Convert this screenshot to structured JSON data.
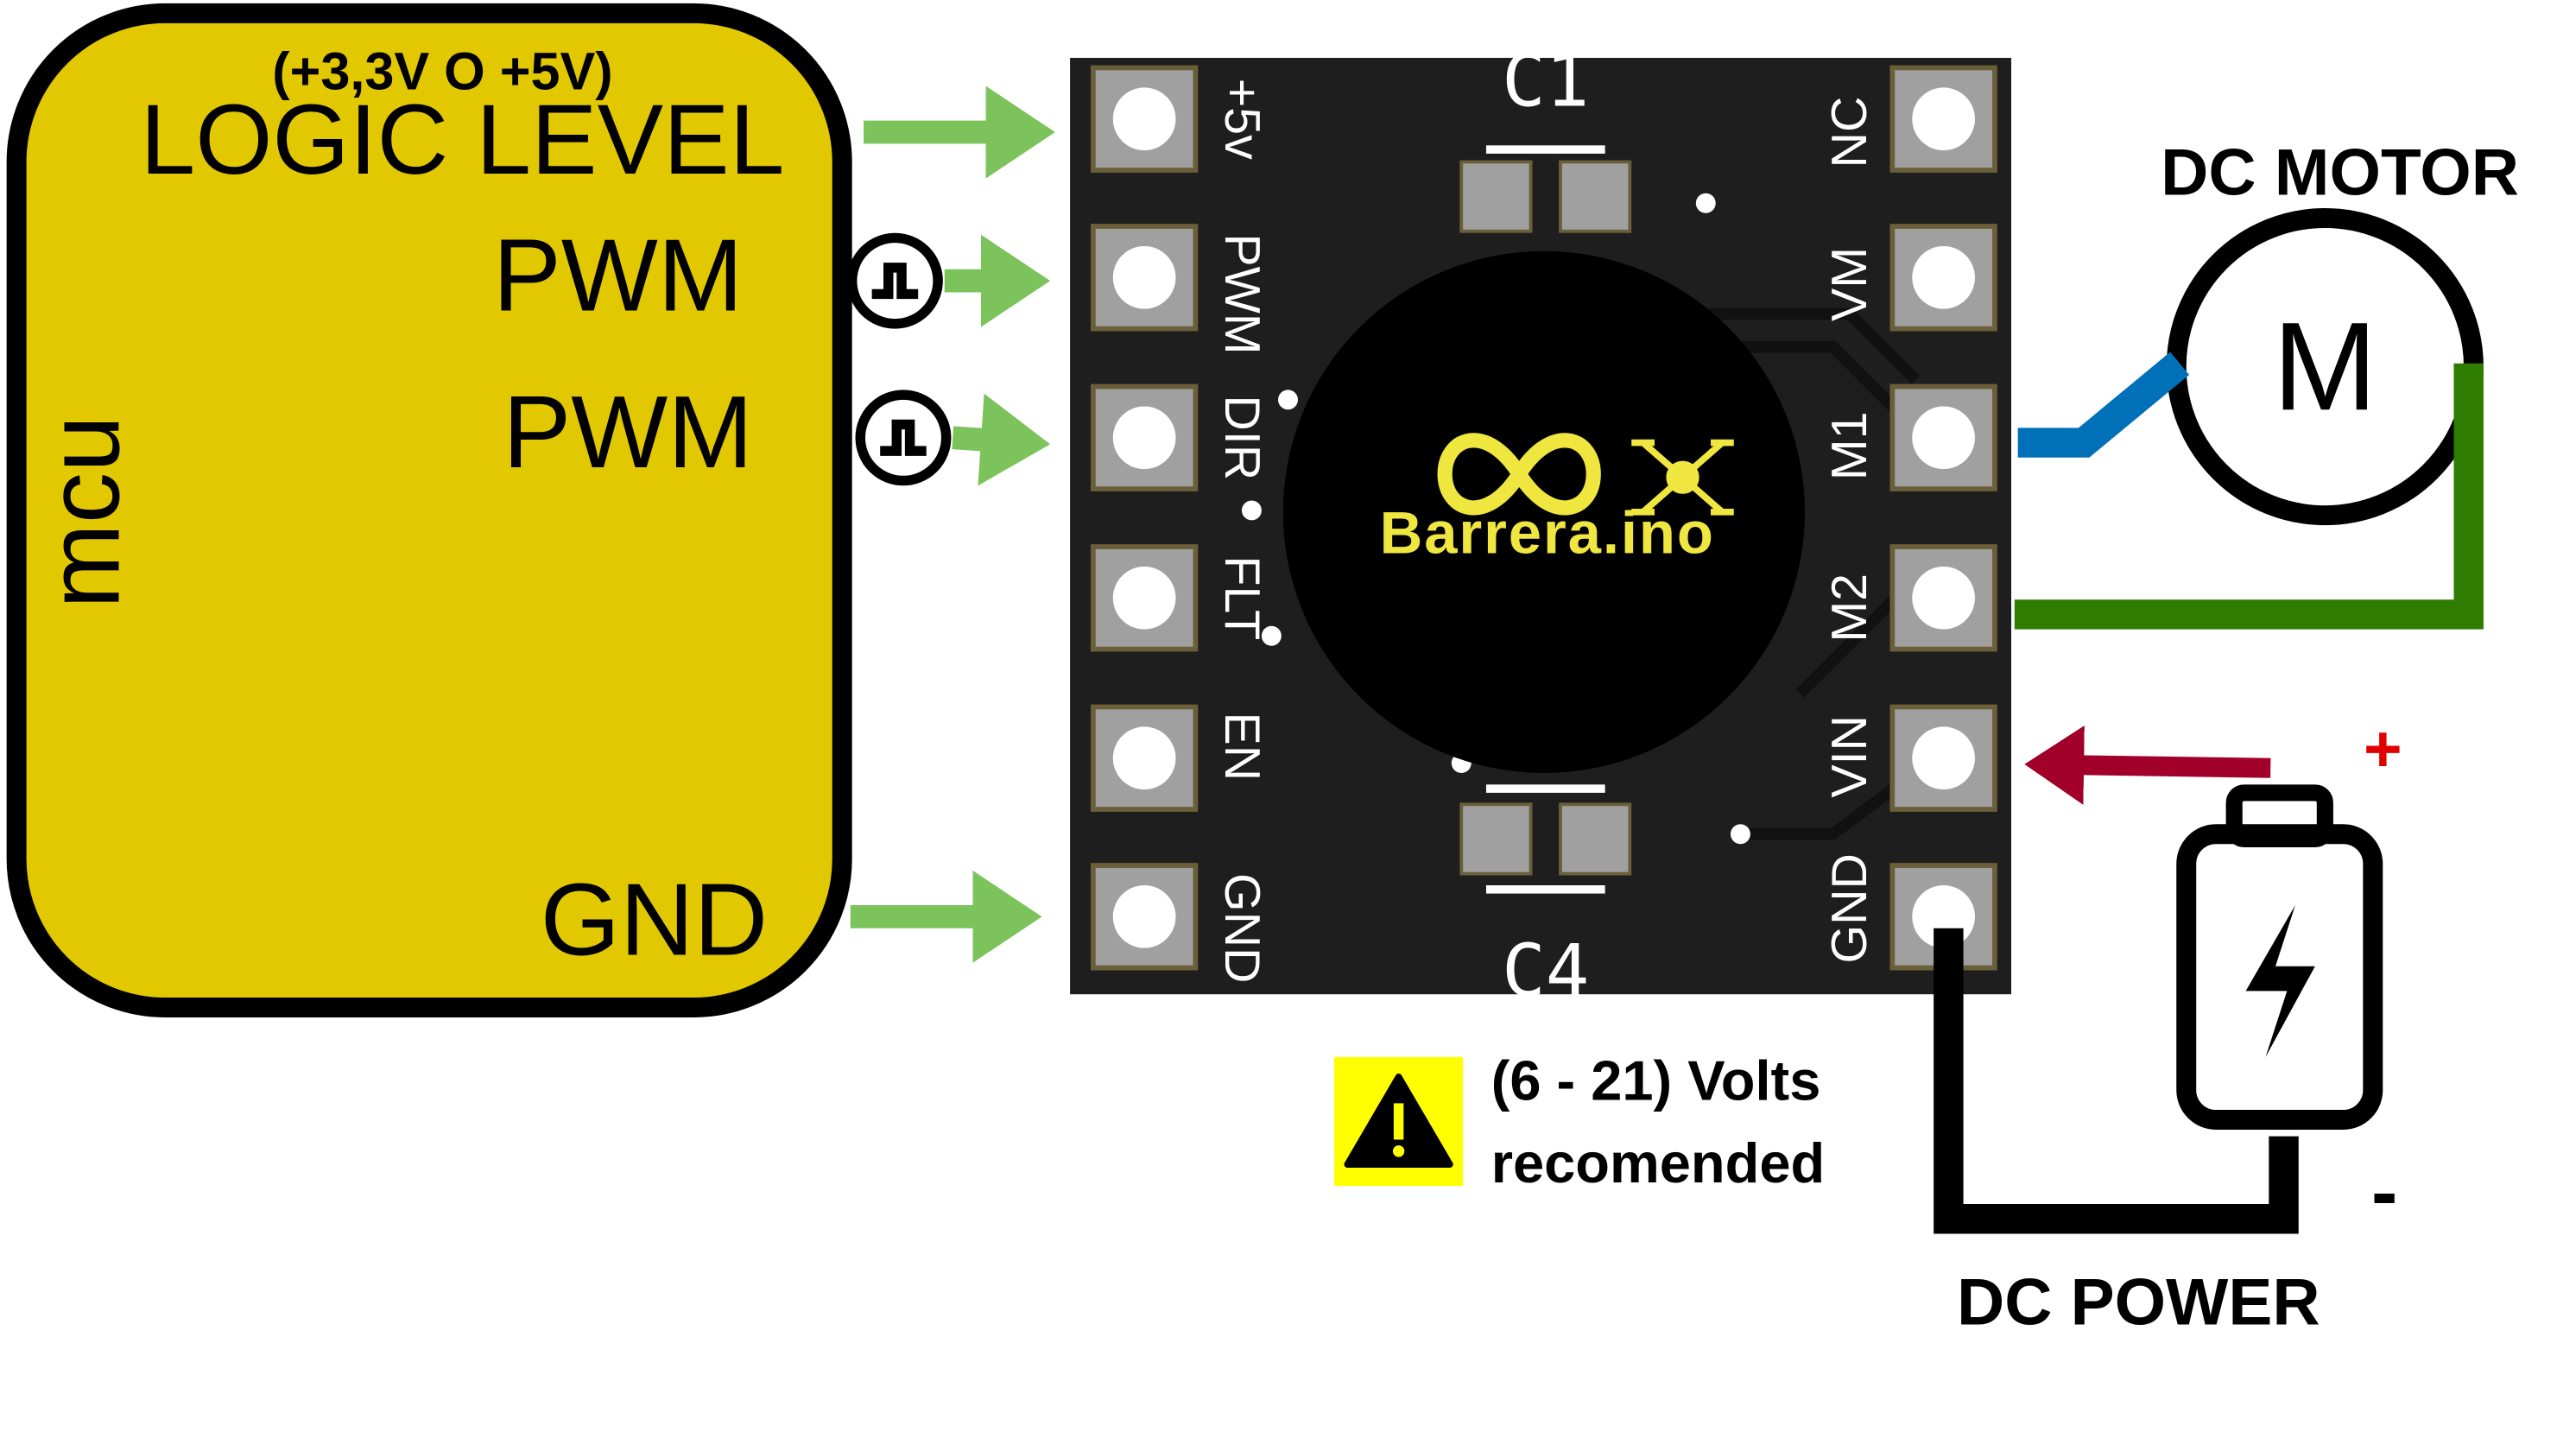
{
  "mcu": {
    "label": "mcu",
    "logic_note": "(+3,3V O +5V)",
    "logic_level": "LOGIC LEVEL",
    "pwm1": "PWM",
    "pwm2": "PWM",
    "gnd": "GND",
    "color": "#e2c800"
  },
  "board": {
    "left_pins": [
      "+5v",
      "PWM",
      "DIR",
      "FLT",
      "EN",
      "GND"
    ],
    "right_pins": [
      "NC",
      "VM",
      "M1",
      "M2",
      "VIN",
      "GND"
    ],
    "cap_top": "C1",
    "cap_bottom": "C4",
    "logo_text": "Barrera.ino",
    "logo_color": "#f0e640"
  },
  "motor": {
    "title": "DC MOTOR",
    "symbol": "M"
  },
  "power": {
    "title": "DC POWER",
    "plus": "+",
    "minus": "-",
    "icon": "battery-charging-icon"
  },
  "warning": {
    "line1": "(6 - 21) Volts",
    "line2": "recomended",
    "icon": "warning-icon"
  },
  "colors": {
    "arrow": "#7dc35b",
    "wire_m1": "#0070b8",
    "wire_m2": "#2e7d00",
    "wire_vin": "#a0002a",
    "wire_gnd": "#000000"
  }
}
